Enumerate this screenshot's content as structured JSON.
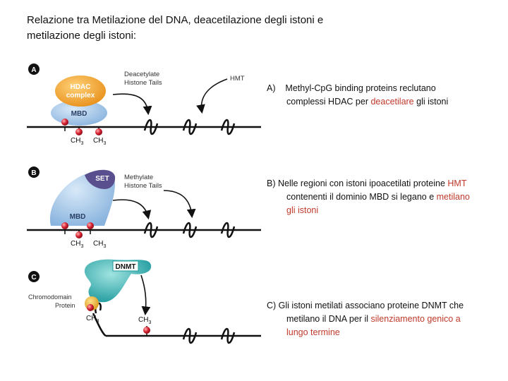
{
  "title": {
    "line1": "Relazione tra Metilazione del DNA, deacetilazione degli istoni e",
    "line2": "metilazione degli istoni:"
  },
  "figure": {
    "panelA": {
      "letter": "A",
      "hdac_label_1": "HDAC",
      "hdac_label_2": "complex",
      "mbd_label": "MBD",
      "arrow_label_1": "Deacetylate",
      "arrow_label_2": "Histone Tails",
      "hmt_label": "HMT",
      "ch3_a": "CH",
      "ch3_b": "CH",
      "sub": "3"
    },
    "panelB": {
      "letter": "B",
      "set_label": "SET",
      "mbd_label": "MBD",
      "arrow_label_1": "Methylate",
      "arrow_label_2": "Histone Tails",
      "ch3_a": "CH",
      "ch3_b": "CH",
      "sub": "3"
    },
    "panelC": {
      "letter": "C",
      "dnmt_label": "DNMT",
      "chromo_label_1": "Chromodomain",
      "chromo_label_2": "Protein",
      "ch3_a": "CH",
      "ch3_b": "CH",
      "sub": "3"
    }
  },
  "captions": {
    "a": {
      "prefix": "A)",
      "line1": "Methyl-CpG binding proteins reclutano",
      "line2_pre": "complessi HDAC per ",
      "line2_red": "deacetilare",
      "line2_post": " gli istoni"
    },
    "b": {
      "line1_pre": "B) Nelle regioni con istoni ipoacetilati proteine ",
      "line1_red": "HMT",
      "line2_pre": "contenenti il dominio MBD si legano e ",
      "line2_red": "metilano",
      "line3_red": "gli istoni"
    },
    "c": {
      "line1": "C) Gli istoni metilati associano proteine DNMT che",
      "line2_pre": "metilano il DNA per il ",
      "line2_red": "silenziamento genico a",
      "line3_red": "lungo termine"
    }
  },
  "colors": {
    "hdac": "#f0a020",
    "mbd": "#9fc3e6",
    "set": "#5a4f8e",
    "dnmt": "#2aa6a8",
    "methyl_red": "#cc1f2e",
    "caption_red": "#c0392b"
  }
}
